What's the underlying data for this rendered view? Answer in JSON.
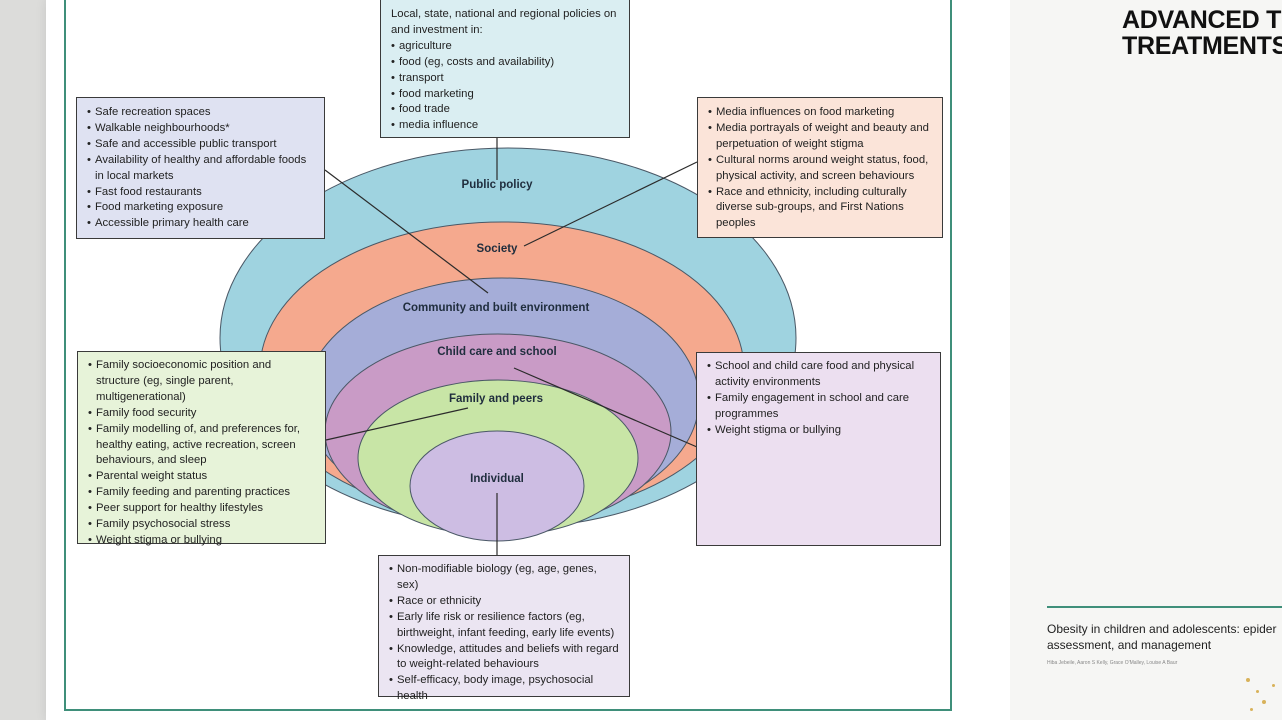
{
  "colors": {
    "public_policy": "#9fd3e0",
    "society": "#f5a98e",
    "community": "#a5add8",
    "childcare": "#c99bc6",
    "family": "#c8e5a6",
    "individual": "#cdbde3",
    "frame": "#3f8f7a"
  },
  "rings": {
    "public_policy": "Public policy",
    "society": "Society",
    "community": "Community and built environment",
    "childcare": "Child care and school",
    "family": "Family and peers",
    "individual": "Individual"
  },
  "boxes": {
    "policy": {
      "intro": [
        "Local, state, national and regional policies on",
        "and investment in:"
      ],
      "items": [
        "agriculture",
        "food (eg, costs and availability)",
        "transport",
        "food marketing",
        "food trade",
        "media influence"
      ]
    },
    "community": {
      "items": [
        "Safe recreation spaces",
        "Walkable neighbourhoods*",
        "Safe and accessible public transport",
        "Availability of healthy and affordable foods in local markets",
        "Fast food restaurants",
        "Food marketing exposure",
        "Accessible primary health care"
      ]
    },
    "society": {
      "items": [
        "Media influences on food marketing",
        "Media portrayals of weight and beauty and perpetuation of weight stigma",
        "Cultural norms around weight status, food, physical activity, and screen behaviours",
        "Race and ethnicity, including culturally diverse sub-groups, and First Nations peoples"
      ]
    },
    "family": {
      "items": [
        "Family socioeconomic position and structure (eg, single parent, multigenerational)",
        "Family food security",
        "Family modelling of, and preferences for, healthy eating, active recreation, screen behaviours, and sleep",
        "Parental weight status",
        "Family feeding and parenting practices",
        "Peer support for healthy lifestyles",
        "Family psychosocial stress",
        "Weight stigma or bullying"
      ]
    },
    "school": {
      "items": [
        "School and child care food and physical activity environments",
        "Family engagement in school and care programmes",
        "Weight stigma or bullying"
      ]
    },
    "individual": {
      "items": [
        "Non-modifiable biology (eg, age, genes, sex)",
        "Race or ethnicity",
        "Early life risk or resilience factors (eg, birthweight, infant feeding, early life events)",
        "Knowledge, attitudes and beliefs with regard to weight-related behaviours",
        "Self-efficacy, body image, psychosocial health"
      ]
    }
  },
  "slide": {
    "title_line1": "ADVANCED TEC",
    "title_line2": "TREATMENTS I",
    "ref_title_line1": "Obesity in children and adolescents: epider",
    "ref_title_line2": "assessment, and management",
    "ref_authors": "Hiba Jebeile, Aaron S Kelly, Grace O'Malley, Louise A Baur"
  }
}
